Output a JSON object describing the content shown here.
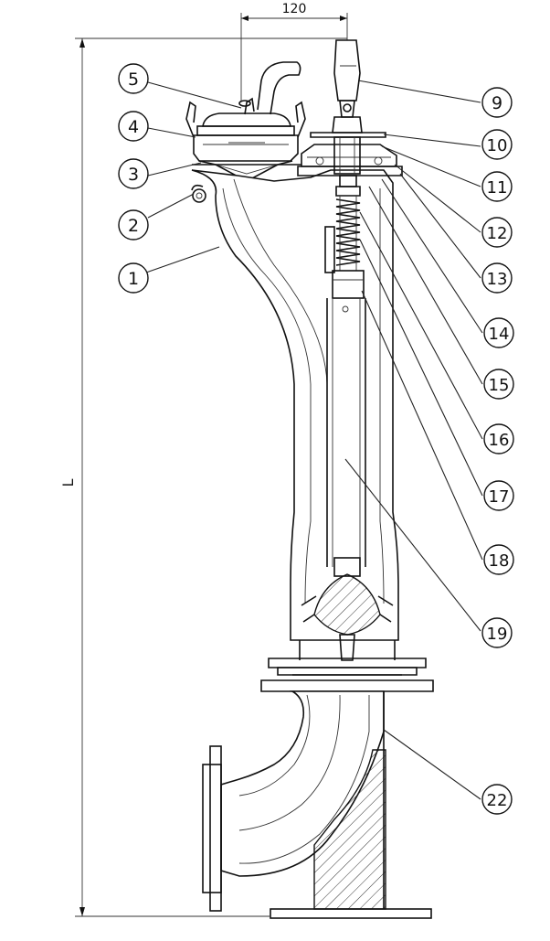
{
  "dimensions": {
    "top_width": "120",
    "overall_length": "L"
  },
  "callouts": [
    {
      "id": "c1",
      "label": "1"
    },
    {
      "id": "c2",
      "label": "2"
    },
    {
      "id": "c3",
      "label": "3"
    },
    {
      "id": "c4",
      "label": "4"
    },
    {
      "id": "c5",
      "label": "5"
    },
    {
      "id": "c9",
      "label": "9"
    },
    {
      "id": "c10",
      "label": "10"
    },
    {
      "id": "c11",
      "label": "11"
    },
    {
      "id": "c12",
      "label": "12"
    },
    {
      "id": "c13",
      "label": "13"
    },
    {
      "id": "c14",
      "label": "14"
    },
    {
      "id": "c15",
      "label": "15"
    },
    {
      "id": "c16",
      "label": "16"
    },
    {
      "id": "c17",
      "label": "17"
    },
    {
      "id": "c18",
      "label": "18"
    },
    {
      "id": "c19",
      "label": "19"
    },
    {
      "id": "c22",
      "label": "22"
    }
  ]
}
